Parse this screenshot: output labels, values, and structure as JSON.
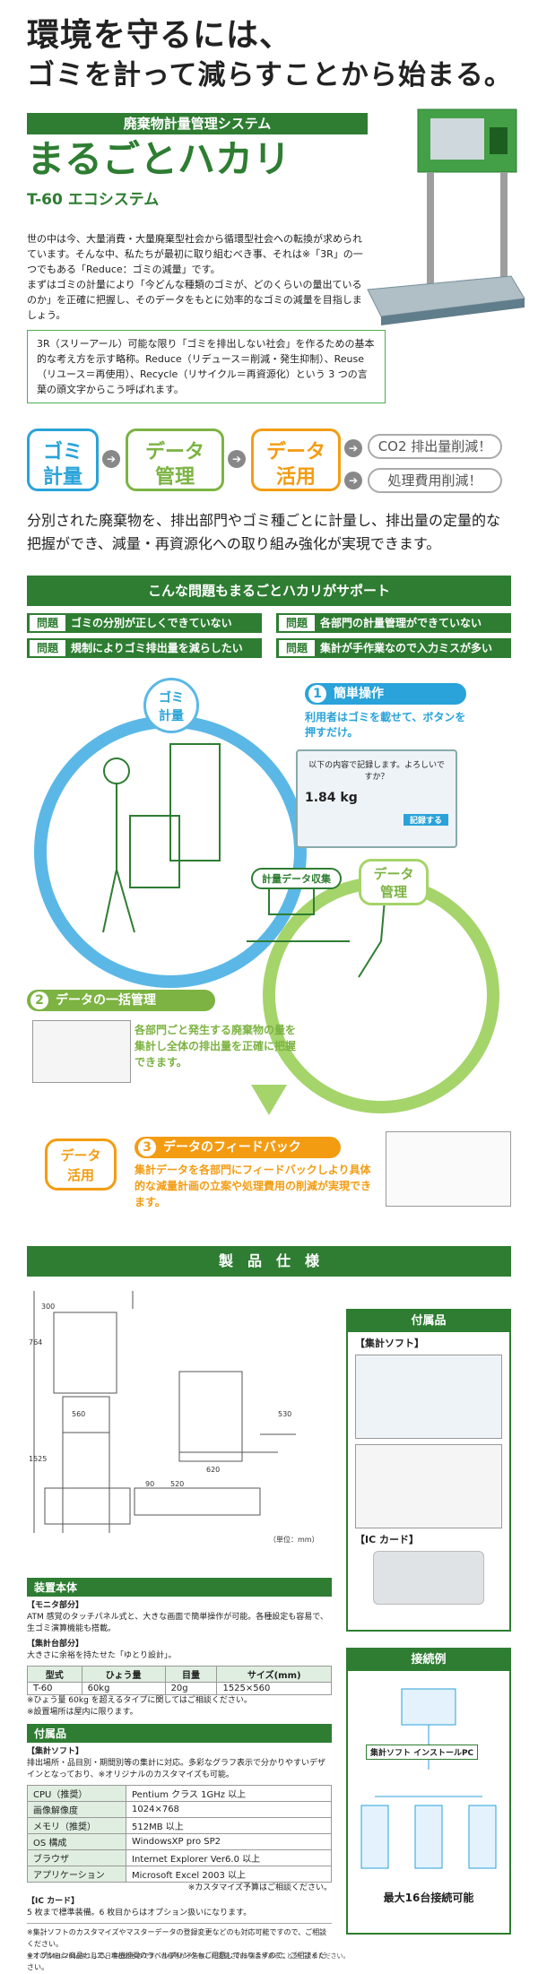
{
  "hero": {
    "line1": "環境を守るには、",
    "line2": "ゴミを計って減らすことから始まる。"
  },
  "product": {
    "system_label": "廃棄物計量管理システム",
    "name": "まるごとハカリ",
    "model": "T-60 エコシステム"
  },
  "intro": {
    "p1": "世の中は今、大量消費・大量廃棄型社会から循環型社会への転換が求められています。そんな中、私たちが最初に取り組むべき事、それは※「3R」の一つでもある「Reduce：ゴミの減量」です。",
    "p2": "まずはゴミの計量により「今どんな種類のゴミが、どのくらいの量出ているのか」を正確に把握し、そのデータをもとに効率的なゴミの減量を目指しましょう。",
    "box": "3R（スリーアール）可能な限り「ゴミを排出しない社会」を作るための基本的な考え方を示す略称。Reduce（リデュース＝削減・発生抑制）、Reuse（リユース＝再使用）、Recycle（リサイクル＝再資源化）という 3 つの言葉の頭文字からこう呼ばれます。"
  },
  "flow": {
    "step1": "ゴミ\n計量",
    "step2": "データ\n管理",
    "step3": "データ\n活用",
    "result1": "CO2 排出量削減！",
    "result2": "処理費用削減！"
  },
  "summary": "分別された廃棄物を、排出部門やゴミ種ごとに計量し、排出量の定量的な把握ができ、減量・再資源化への取り組み強化が実現できます。",
  "problems": {
    "heading": "こんな問題もまるごとハカリがサポート",
    "tag": "問題",
    "items": [
      "ゴミの分別が正しくできていない",
      "各部門の計量管理ができていない",
      "規制によりゴミ排出量を減らしたい",
      "集計が手作業なので入力ミスが多い"
    ]
  },
  "features": {
    "circle1": "ゴミ\n計量",
    "f1_num": "1",
    "f1_title": "簡単操作",
    "f1_desc": "利用者はゴミを載せて、ボタンを押すだけ。",
    "screen_msg": "以下の内容で記録します。よろしいですか？",
    "screen_weight": "1.84 kg",
    "screen_btn": "記録する",
    "collect": "計量データ収集",
    "circle2": "データ\n管理",
    "f2_num": "2",
    "f2_title": "データの一括管理",
    "f2_desc": "各部門ごと発生する廃棄物の量を集計し全体の排出量を正確に把握できます。",
    "circle3": "データ\n活用",
    "f3_num": "3",
    "f3_title": "データのフィードバック",
    "f3_desc": "集計データを各部門にフィードバックしより具体的な減量計画の立案や処理費用の削減が実現できます。"
  },
  "spec": {
    "heading": "製　品　仕　様",
    "dims": [
      "764",
      "300",
      "560",
      "1525",
      "620",
      "520",
      "90",
      "530"
    ],
    "unit": "（単位：mm）",
    "body_title": "装置本体",
    "monitor_label": "【モニタ部分】",
    "monitor_text": "ATM 感覚のタッチパネル式と、大きな画面で簡単操作が可能。各種設定も容易で、生ゴミ演算機能も搭載。",
    "scale_label": "【集計台部分】",
    "scale_text": "大きさに余裕を持たせた「ゆとり設計」。",
    "scale_headers": [
      "型式",
      "ひょう量",
      "目量",
      "サイズ(mm)"
    ],
    "scale_row": [
      "T-60",
      "60kg",
      "20g",
      "1525×560"
    ],
    "scale_note1": "※ひょう量 60kg を超えるタイプに関してはご相談ください。",
    "scale_note2": "※設置場所は屋内に限ります。",
    "acc_title": "付属品",
    "soft_label": "【集計ソフト】",
    "soft_text": "排出場所・品目別・期間別等の集計に対応。多彩なグラフ表示で分かりやすいデザインとなっており、※オリジナルのカスタマイズも可能。",
    "sys_rows": [
      [
        "CPU（推奨）",
        "Pentium クラス 1GHz 以上"
      ],
      [
        "画像解像度",
        "1024×768"
      ],
      [
        "メモリ（推奨）",
        "512MB 以上"
      ],
      [
        "OS 構成",
        "WindowsXP pro SP2"
      ],
      [
        "ブラウザ",
        "Internet Explorer Ver6.0 以上"
      ],
      [
        "アプリケーション",
        "Microsoft Excel 2003 以上"
      ]
    ],
    "custom_note": "※カスタマイズ予算はご相談ください。",
    "ic_label": "【IC カード】",
    "ic_text": "5 枚まで標準装備。6 枚目からはオプション扱いになります。",
    "note1": "※集計ソフトのカスタマイズやマスターデータの登録変更などのも対応可能ですので、ご相談ください。",
    "note2": "※オプション商品として、本機推奨のラベルプリンタもご用意しておりますので、ご相談ください。",
    "footer": "全ての情報は2010年1月25日現在のものです。仕様等が予告無しに変更される場合があることをご了承ください。"
  },
  "side": {
    "acc_title": "付属品",
    "soft_label": "【集計ソフト】",
    "ic_label": "【IC カード】",
    "conn_title": "接続例",
    "pc_label": "集計ソフト インストールPC",
    "max_text": "最大16台接続可能"
  }
}
